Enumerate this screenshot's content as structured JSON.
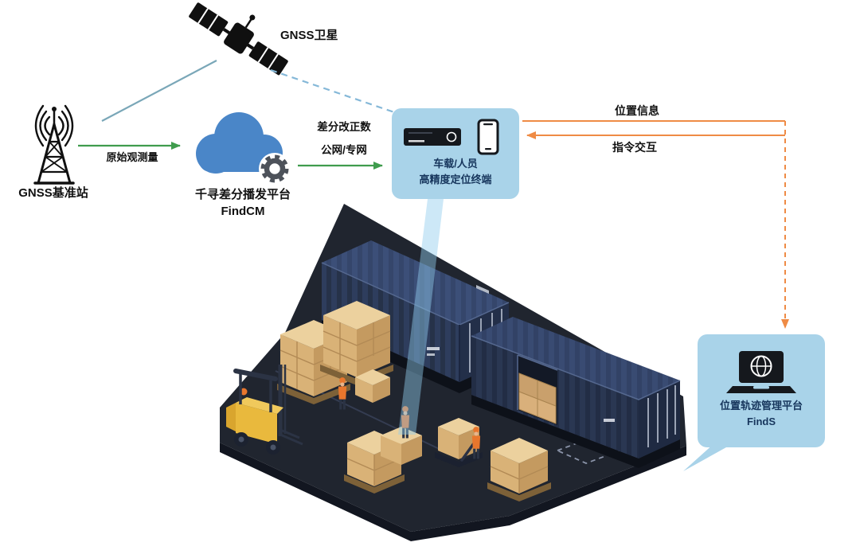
{
  "diagram": {
    "satellite": {
      "label": "GNSS卫星"
    },
    "base_station": {
      "label": "GNSS基准站"
    },
    "cloud_platform": {
      "name": "千寻差分播发平台",
      "product": "FindCM"
    },
    "terminal": {
      "line1": "车载/人员",
      "line2": "高精度定位终端"
    },
    "management_platform": {
      "name": "位置轨迹管理平台",
      "product": "FindS"
    },
    "links": {
      "raw_observation": "原始观测量",
      "correction_line1": "差分改正数",
      "correction_line2": "公网/专网",
      "position_info": "位置信息",
      "command_exchange": "指令交互"
    }
  },
  "colors": {
    "bubble_bg": "#a9d3e9",
    "bubble_text": "#17365d",
    "cloud_blue": "#4a86c8",
    "green_arrow": "#3f9c4d",
    "orange_arrow": "#ef8b45",
    "satellite_link": "#7aa7b8",
    "dashed_link": "#85b8d8",
    "container_navy": "#2e3d5d",
    "floor_dark": "#20252f",
    "box_tan": "#d9b277",
    "forklift_yellow": "#e9b93d"
  }
}
